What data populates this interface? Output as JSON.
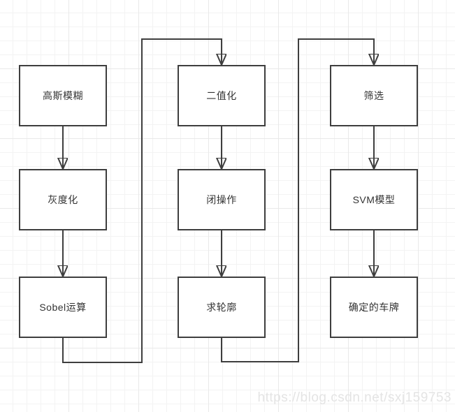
{
  "diagram": {
    "nodes": [
      {
        "id": "gaussian-blur",
        "label": "高斯模糊"
      },
      {
        "id": "grayscale",
        "label": "灰度化"
      },
      {
        "id": "sobel",
        "label": "Sobel运算"
      },
      {
        "id": "binarize",
        "label": "二值化"
      },
      {
        "id": "closing",
        "label": "闭操作"
      },
      {
        "id": "contour",
        "label": "求轮廓"
      },
      {
        "id": "filter",
        "label": "筛选"
      },
      {
        "id": "svm-model",
        "label": "SVM模型"
      },
      {
        "id": "plate",
        "label": "确定的车牌"
      }
    ],
    "edges": [
      {
        "from": "高斯模糊",
        "to": "灰度化"
      },
      {
        "from": "灰度化",
        "to": "Sobel运算"
      },
      {
        "from": "Sobel运算",
        "to": "二值化"
      },
      {
        "from": "二值化",
        "to": "闭操作"
      },
      {
        "from": "闭操作",
        "to": "求轮廓"
      },
      {
        "from": "求轮廓",
        "to": "筛选"
      },
      {
        "from": "筛选",
        "to": "SVM模型"
      },
      {
        "from": "SVM模型",
        "to": "确定的车牌"
      }
    ],
    "watermark": "https://blog.csdn.net/sxj159753",
    "colors": {
      "stroke": "#3e3e3e",
      "node_fill": "#ffffff",
      "text": "#333333",
      "grid_minor": "#f3f3f3",
      "grid_major": "#e9e9e9",
      "watermark": "#e4e4e4"
    }
  }
}
